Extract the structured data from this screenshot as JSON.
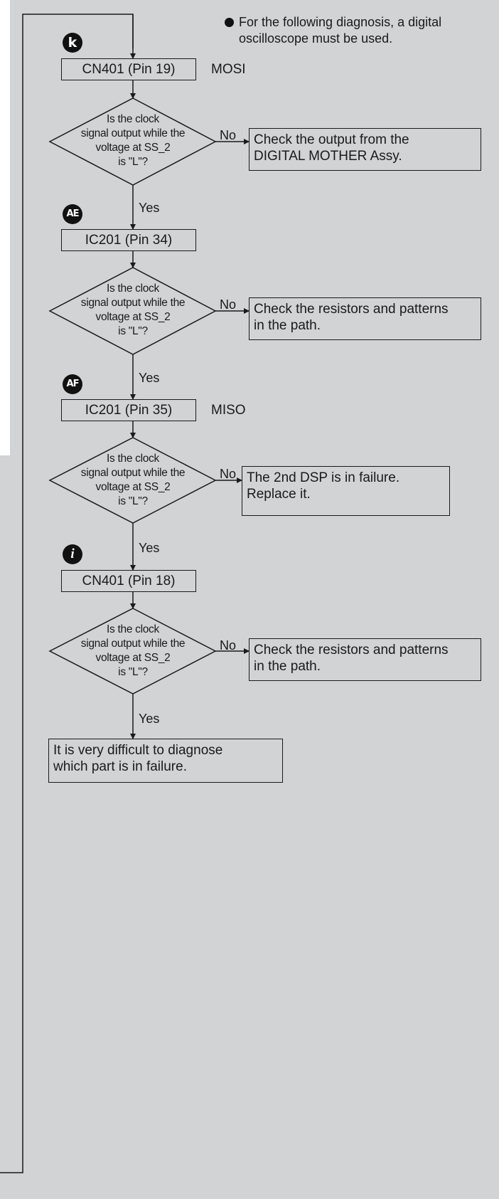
{
  "note": {
    "line1": "For the following diagnosis, a digital",
    "line2": "oscilloscope must be used."
  },
  "decision": {
    "line1": "Is the clock",
    "line2": "signal output while the",
    "line3": "voltage at SS_2",
    "line4": "is \"L\"?"
  },
  "labels": {
    "no": "No",
    "yes": "Yes"
  },
  "steps": [
    {
      "marker": "k",
      "pin": "CN401 (Pin 19)",
      "signal": "MOSI",
      "fail": [
        "Check the output from the",
        "DIGITAL MOTHER Assy."
      ]
    },
    {
      "marker": "AE",
      "pin": "IC201 (Pin 34)",
      "signal": "",
      "fail": [
        "Check the resistors and patterns",
        "in the path."
      ]
    },
    {
      "marker": "AF",
      "pin": "IC201 (Pin 35)",
      "signal": "MISO",
      "fail": [
        "The 2nd DSP is in failure.",
        "Replace it."
      ]
    },
    {
      "marker": "i",
      "pin": "CN401 (Pin 18)",
      "signal": "",
      "fail": [
        "Check the resistors and patterns",
        "in the path."
      ]
    }
  ],
  "final": [
    "It is very difficult to diagnose",
    "which part is in failure."
  ]
}
